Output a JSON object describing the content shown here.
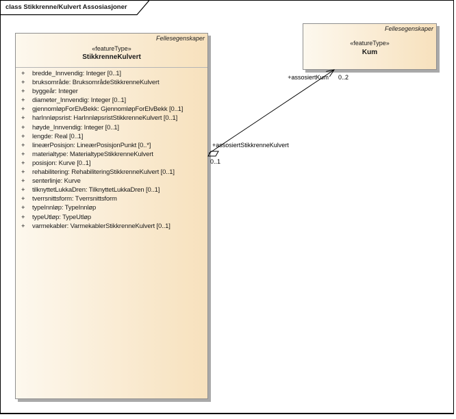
{
  "frame": {
    "title": "class Stikkrenne/Kulvert Assosiasjoner"
  },
  "classes": {
    "stikkrenne": {
      "owner": "Fellesegenskaper",
      "stereotype": "«featureType»",
      "name": "StikkrenneKulvert",
      "attributes": [
        {
          "visibility": "+",
          "signature": "bredde_Innvendig: Integer [0..1]"
        },
        {
          "visibility": "+",
          "signature": "bruksområde: BruksområdeStikkrenneKulvert"
        },
        {
          "visibility": "+",
          "signature": "byggeår: Integer"
        },
        {
          "visibility": "+",
          "signature": "diameter_Innvendig: Integer [0..1]"
        },
        {
          "visibility": "+",
          "signature": "gjennomløpForElvBekk: GjennomløpForElvBekk [0..1]"
        },
        {
          "visibility": "+",
          "signature": "harInnløpsrist: HarInnløpsristStikkrenneKulvert [0..1]"
        },
        {
          "visibility": "+",
          "signature": "høyde_Innvendig: Integer [0..1]"
        },
        {
          "visibility": "+",
          "signature": "lengde: Real [0..1]"
        },
        {
          "visibility": "+",
          "signature": "lineærPosisjon: LineærPosisjonPunkt [0..*]"
        },
        {
          "visibility": "+",
          "signature": "materialtype: MaterialtypeStikkrenneKulvert"
        },
        {
          "visibility": "+",
          "signature": "posisjon: Kurve [0..1]"
        },
        {
          "visibility": "+",
          "signature": "rehabilitering: RehabiliteringStikkrenneKulvert [0..1]"
        },
        {
          "visibility": "+",
          "signature": "senterlinje: Kurve"
        },
        {
          "visibility": "+",
          "signature": "tilknyttetLukkaDren: TilknyttetLukkaDren [0..1]"
        },
        {
          "visibility": "+",
          "signature": "tverrsnittsform: Tverrsnittsform"
        },
        {
          "visibility": "+",
          "signature": "typeInnløp: TypeInnløp"
        },
        {
          "visibility": "+",
          "signature": "typeUtløp: TypeUtløp"
        },
        {
          "visibility": "+",
          "signature": "varmekabler: VarmekablerStikkrenneKulvert [0..1]"
        }
      ]
    },
    "kum": {
      "owner": "Fellesegenskaper",
      "stereotype": "«featureType»",
      "name": "Kum"
    }
  },
  "association": {
    "source_role": "+assosiertStikkrenneKulvert",
    "source_multiplicity": "0..1",
    "target_role": "+assosiertKum",
    "target_multiplicity": "0..2"
  },
  "colors": {
    "box_fill_left": "#fdf8ee",
    "box_fill_right": "#f7e1bd",
    "box_border": "#8e8e8e",
    "box_shadow": "#a9a9a9",
    "compartment_separator": "#b4b4b4",
    "frame_border": "#000000",
    "line": "#000000",
    "text": "#1a1a1a"
  }
}
